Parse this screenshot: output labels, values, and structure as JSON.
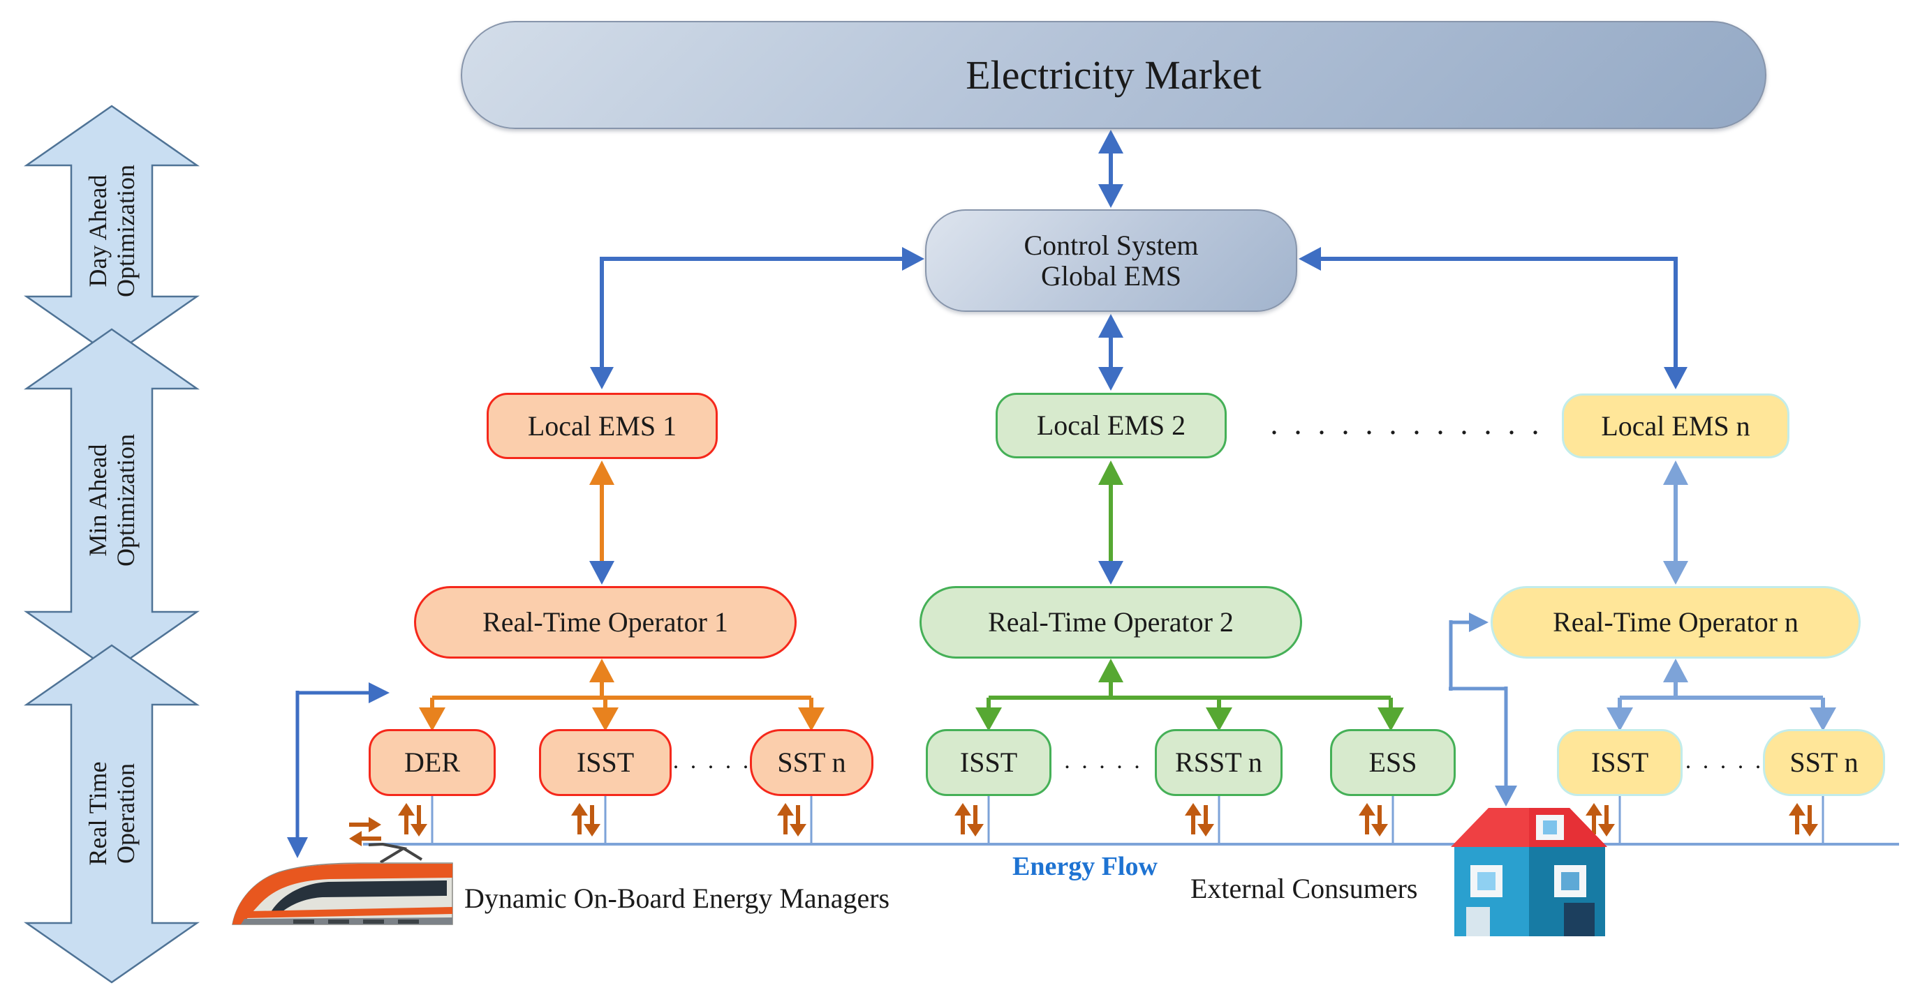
{
  "banner": {
    "label": "Electricity Market"
  },
  "control_system": {
    "line1": "Control System",
    "line2": "Global EMS"
  },
  "timescale_arrows": [
    {
      "line1": "Day Ahead",
      "line2": "Optimization"
    },
    {
      "line1": "Min Ahead",
      "line2": "Optimization"
    },
    {
      "line1": "Real Time",
      "line2": "Operation"
    }
  ],
  "local_ems": {
    "ems1": "Local EMS 1",
    "ems2": "Local EMS 2",
    "emsn": "Local EMS n",
    "ellipsis": ". . . . . . . . . . . ."
  },
  "operators": {
    "op1": "Real-Time Operator 1",
    "op2": "Real-Time Operator 2",
    "opn": "Real-Time Operator n"
  },
  "devices": {
    "group1": {
      "a": "DER",
      "b": "ISST",
      "c": "SST n",
      "ellipsis": ". . . . ."
    },
    "group2": {
      "a": "ISST",
      "b": "RSST n",
      "c": "ESS",
      "ellipsis": ". . . . ."
    },
    "group3": {
      "a": "ISST",
      "b": "SST n",
      "ellipsis": ". . . . ."
    }
  },
  "footer": {
    "train_caption": "Dynamic On-Board Energy Managers",
    "energy_flow_label": "Energy Flow",
    "external_consumers_label": "External Consumers"
  },
  "colors": {
    "blue_arrow": "#3e6ec3",
    "light_blue": "#7da3d8",
    "orange": "#e8821e",
    "green": "#56a832",
    "dark_orange": "#c05a11",
    "peach_fill": "#fbceac",
    "red_border": "#f5281b",
    "green_fill": "#d7eacd",
    "green_border": "#45b057",
    "yellow_fill": "#ffe699",
    "yellow_border": "#c2ecea",
    "banner_fill": "#aebfd6",
    "timescale_fill": "#c9def2",
    "energy_flow_text": "#1e73d2"
  }
}
